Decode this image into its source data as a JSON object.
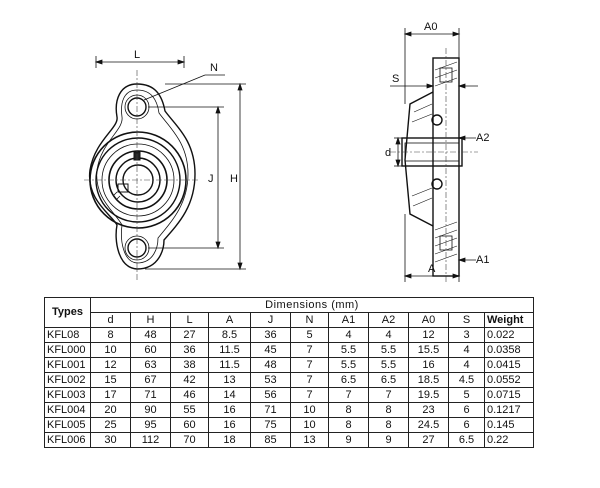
{
  "drawing": {
    "labels": {
      "L": "L",
      "N": "N",
      "J": "J",
      "H": "H",
      "A0": "A0",
      "S": "S",
      "A2": "A2",
      "d": "d",
      "A1": "A1",
      "A": "A"
    }
  },
  "table": {
    "types_header": "Types",
    "dimensions_header": "Dimensions  (mm)",
    "columns": [
      "d",
      "H",
      "L",
      "A",
      "J",
      "N",
      "A1",
      "A2",
      "A0",
      "S",
      "Weight"
    ],
    "rows": [
      {
        "type": "KFL08",
        "values": [
          "8",
          "48",
          "27",
          "8.5",
          "36",
          "5",
          "4",
          "4",
          "12",
          "3",
          "0.022"
        ]
      },
      {
        "type": "KFL000",
        "values": [
          "10",
          "60",
          "36",
          "11.5",
          "45",
          "7",
          "5.5",
          "5.5",
          "15.5",
          "4",
          "0.0358"
        ]
      },
      {
        "type": "KFL001",
        "values": [
          "12",
          "63",
          "38",
          "11.5",
          "48",
          "7",
          "5.5",
          "5.5",
          "16",
          "4",
          "0.0415"
        ]
      },
      {
        "type": "KFL002",
        "values": [
          "15",
          "67",
          "42",
          "13",
          "53",
          "7",
          "6.5",
          "6.5",
          "18.5",
          "4.5",
          "0.0552"
        ]
      },
      {
        "type": "KFL003",
        "values": [
          "17",
          "71",
          "46",
          "14",
          "56",
          "7",
          "7",
          "7",
          "19.5",
          "5",
          "0.0715"
        ]
      },
      {
        "type": "KFL004",
        "values": [
          "20",
          "90",
          "55",
          "16",
          "71",
          "10",
          "8",
          "8",
          "23",
          "6",
          "0.1217"
        ]
      },
      {
        "type": "KFL005",
        "values": [
          "25",
          "95",
          "60",
          "16",
          "75",
          "10",
          "8",
          "8",
          "24.5",
          "6",
          "0.145"
        ]
      },
      {
        "type": "KFL006",
        "values": [
          "30",
          "112",
          "70",
          "18",
          "85",
          "13",
          "9",
          "9",
          "27",
          "6.5",
          "0.22"
        ]
      }
    ]
  }
}
